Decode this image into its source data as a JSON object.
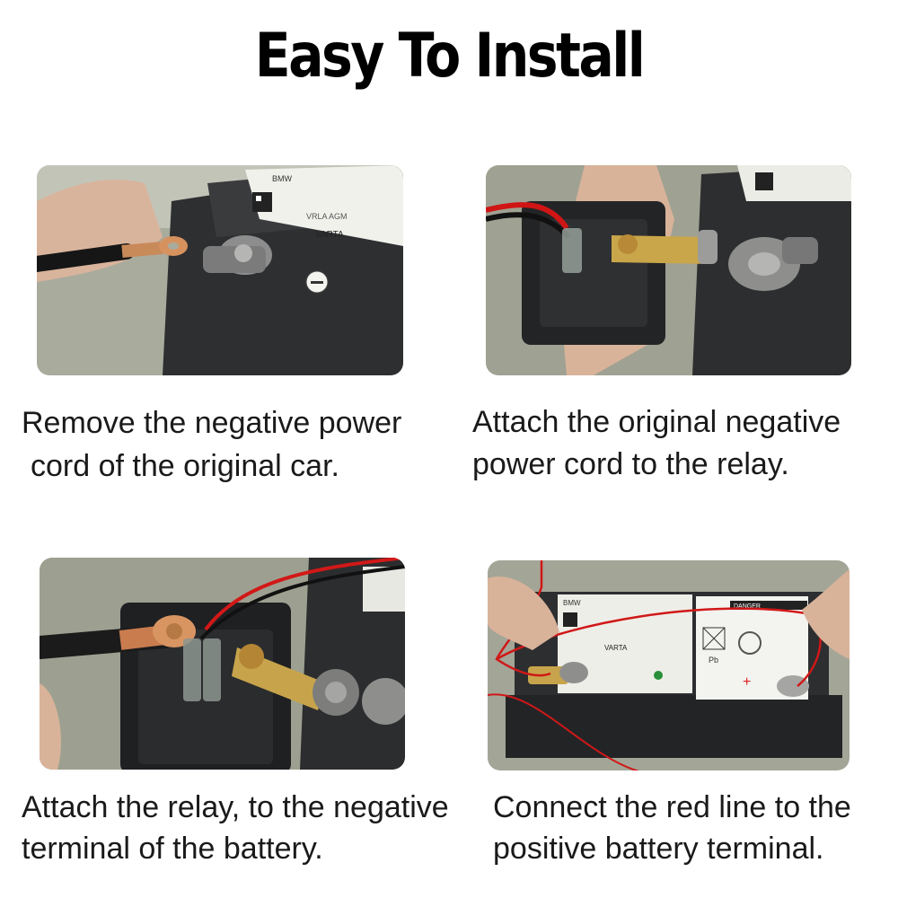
{
  "title": "Easy To Install",
  "steps": [
    {
      "line1": "Remove the negative power",
      "line2": "cord of the original car.",
      "photo": "battery-negative-cable-photo"
    },
    {
      "line1": "Attach the original negative",
      "line2": "power cord to the relay.",
      "photo": "relay-cable-attach-photo"
    },
    {
      "line1": "Attach the relay, to the negative",
      "line2": "terminal of the battery.",
      "photo": "relay-on-terminal-photo"
    },
    {
      "line1": "Connect the red line to the",
      "line2": "positive battery terminal.",
      "photo": "red-wire-positive-photo"
    }
  ],
  "battery_labels": {
    "brand_top": "BMW",
    "brand_varta": "VARTA",
    "type": "VRLA AGM",
    "danger": "DANGER",
    "pb": "Pb"
  }
}
